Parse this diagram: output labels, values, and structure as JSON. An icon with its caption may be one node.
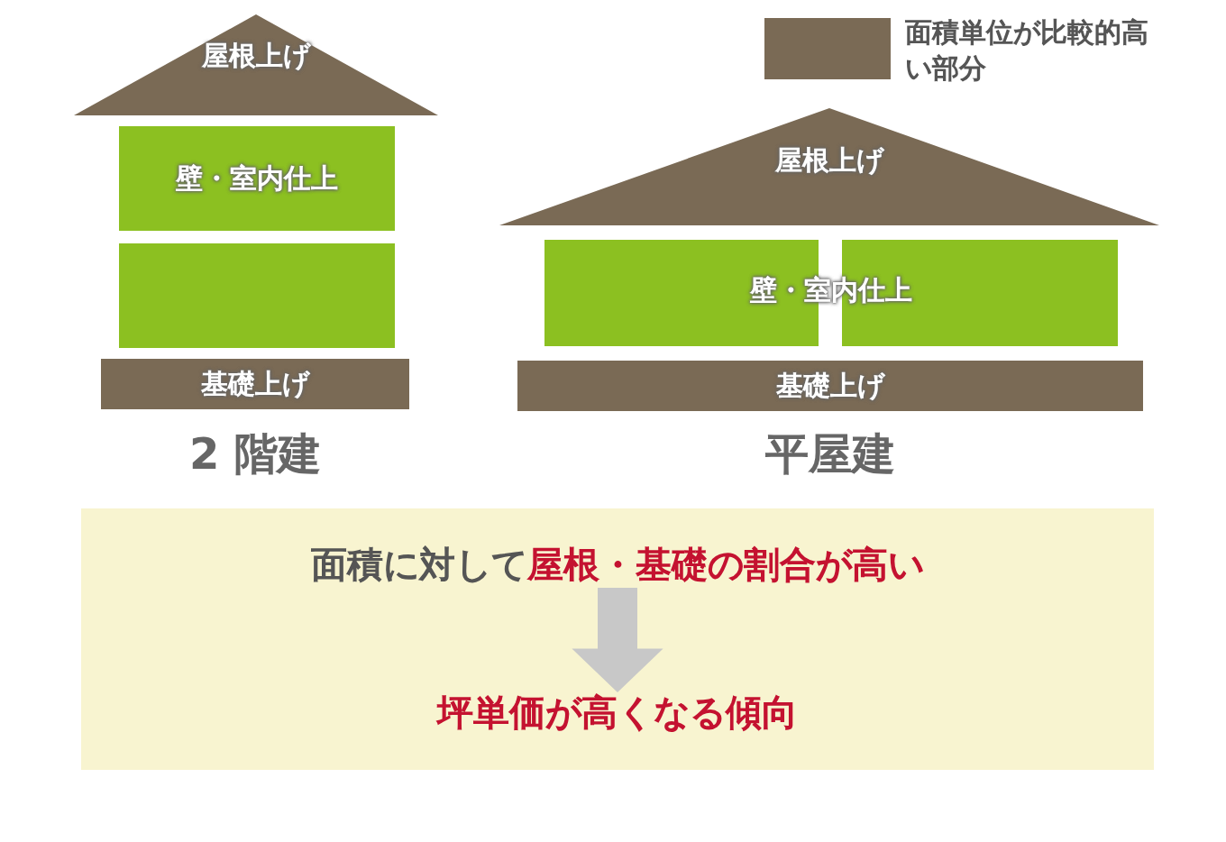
{
  "diagram": {
    "nodes": [
      {
        "text": [
          "屋根上げ"
        ]
      },
      {
        "text": [
          "壁・室内仕上"
        ]
      },
      {
        "text": [],
        "shape": "box"
      },
      {
        "text": [
          "基礎上げ"
        ]
      },
      {
        "text": [
          "屋根上げ"
        ]
      },
      {
        "text": [],
        "shape": "box"
      },
      {
        "text": [],
        "shape": "box"
      },
      {
        "text": [
          "基礎上げ"
        ]
      },
      {
        "text": [],
        "shape": "box"
      },
      {
        "text": [
          "面積に対して**屋根・基礎の割合が高い**"
        ],
        "in": 8
      },
      {
        "text": [
          "坪単価が高くなる傾向"
        ],
        "in": 8
      }
    ],
    "edges": [
      {
        "from": 9,
        "to": 10,
        "arrow": "to",
        "style": "thick",
        "color": "#c8c8c8"
      }
    ],
    "labels": [
      "壁・室内仕上",
      "2 階建",
      "平屋建"
    ],
    "legend": [
      {
        "text": "面積単位が比較的高い部分",
        "color": "#7a6a55"
      }
    ]
  }
}
